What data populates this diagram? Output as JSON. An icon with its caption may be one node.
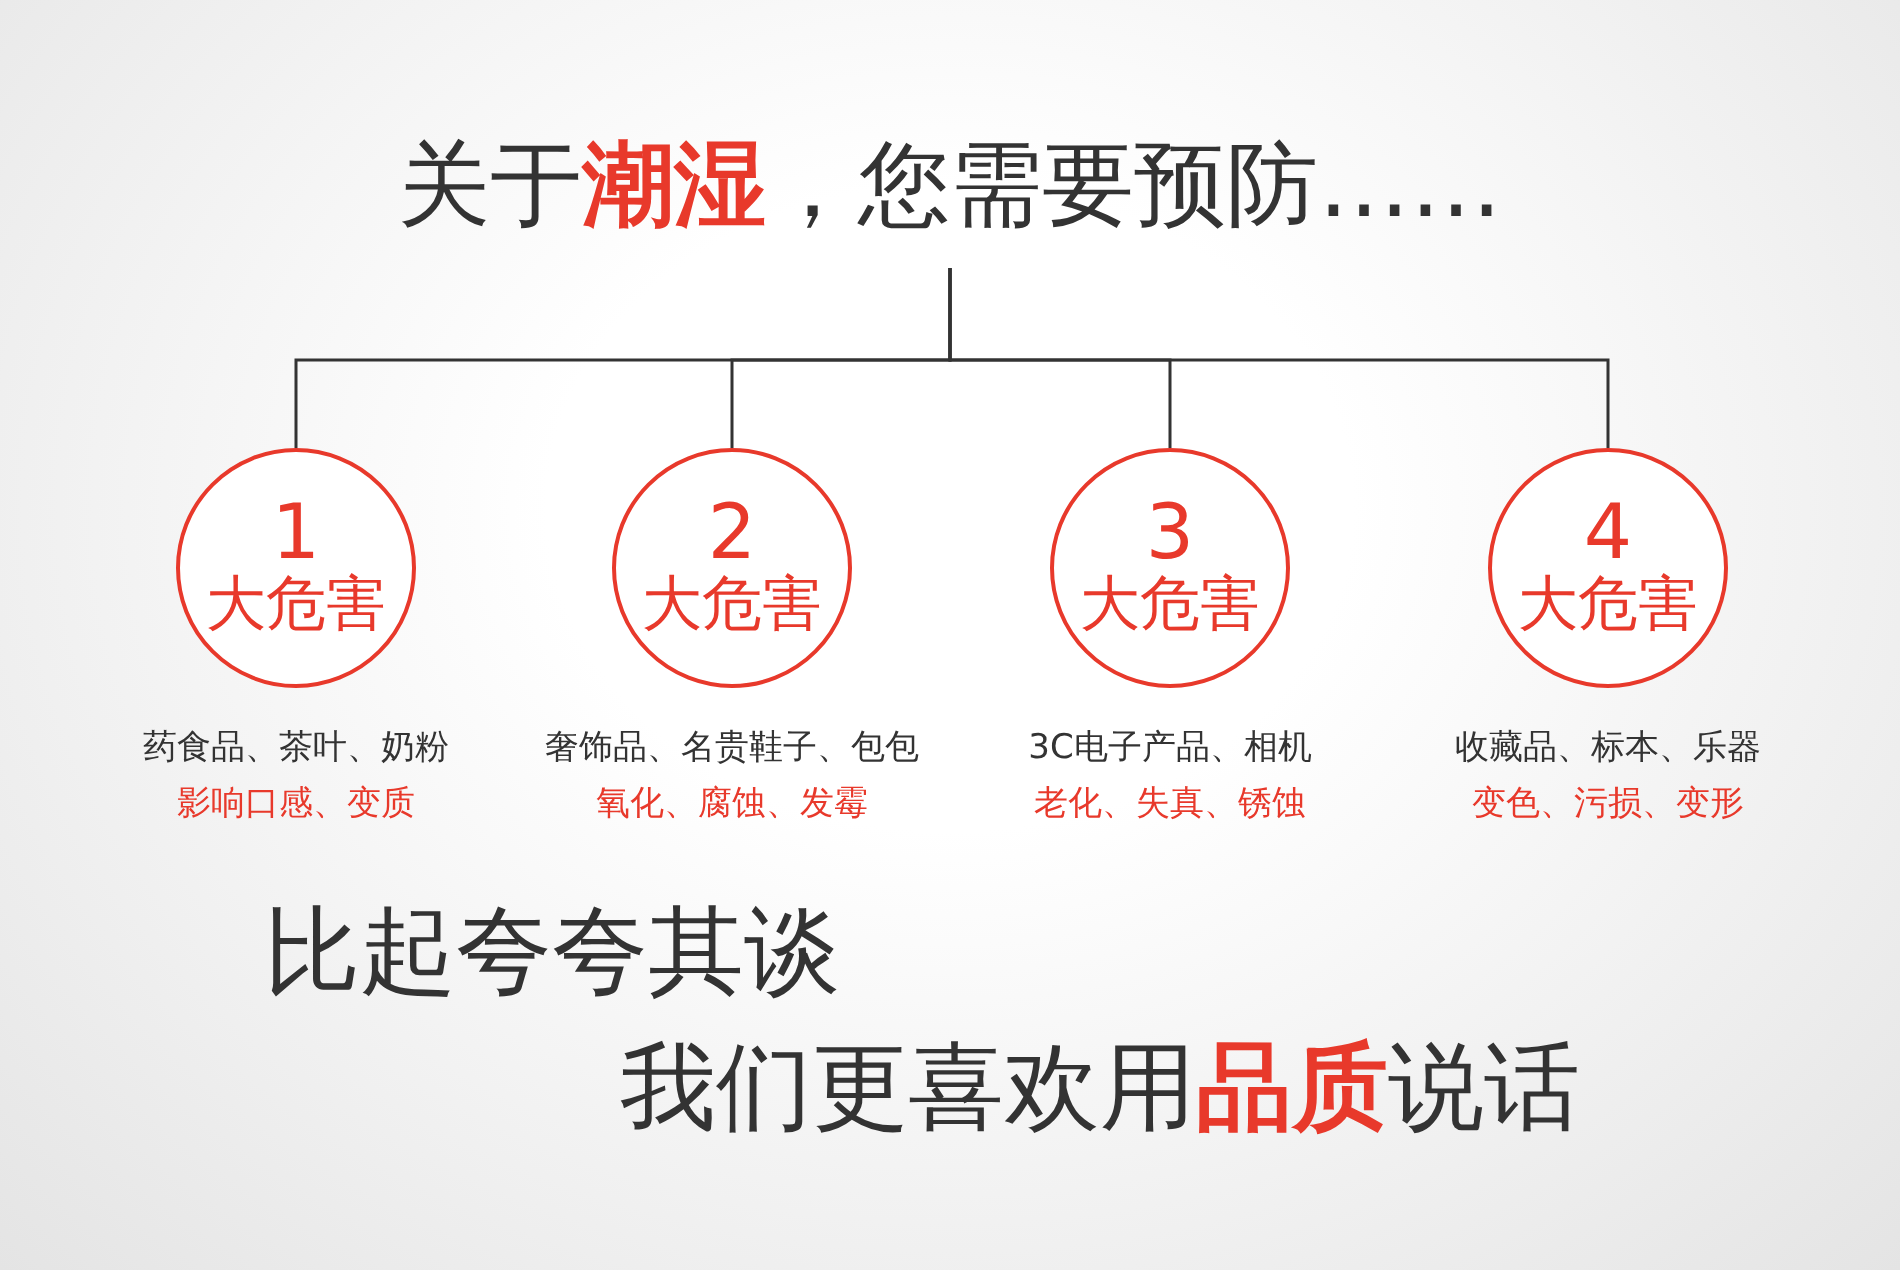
{
  "diagram": {
    "nodes": [
      {
        "text": [
          "关于**潮湿**，您需要预防……"
        ]
      },
      {
        "text": [
          "1",
          "大危害"
        ],
        "beside": [
          "药食品、茶叶、奶粉",
          "影响口感、变质"
        ]
      },
      {
        "text": [
          "2",
          "大危害"
        ],
        "beside": [
          "奢饰品、名贵鞋子、包包",
          "氧化、腐蚀、发霉"
        ]
      },
      {
        "text": [
          "3",
          "大危害"
        ],
        "beside": [
          "3C电子产品、相机",
          "老化、失真、锈蚀"
        ]
      },
      {
        "text": [
          "4",
          "大危害"
        ],
        "beside": [
          "收藏品、标本、乐器",
          "变色、污损、变形"
        ]
      }
    ],
    "edges": [
      {
        "from": 0,
        "to": 1,
        "arrow": "none"
      },
      {
        "from": 0,
        "to": 2,
        "arrow": "none"
      },
      {
        "from": 0,
        "to": 3,
        "arrow": "none"
      },
      {
        "from": 0,
        "to": 4,
        "arrow": "none"
      }
    ],
    "labels": [
      "比起夸夸其谈",
      "我们更喜欢用**品质**说话"
    ]
  }
}
